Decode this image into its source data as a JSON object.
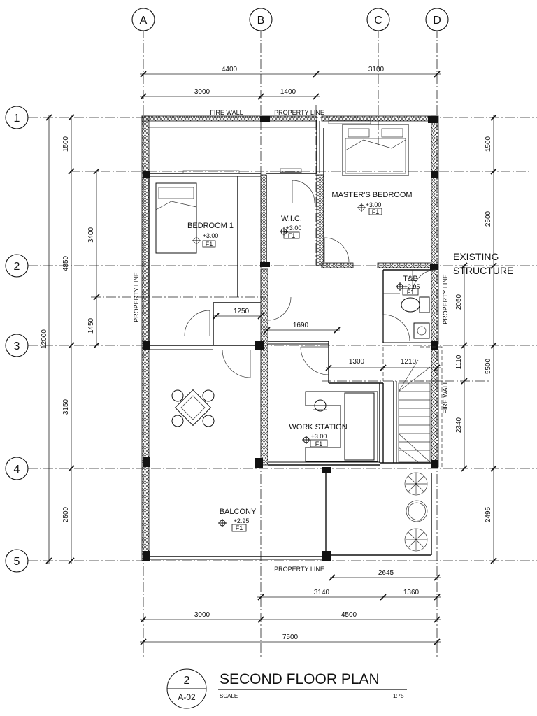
{
  "grid": {
    "columns": [
      "A",
      "B",
      "C",
      "D"
    ],
    "rows": [
      "1",
      "2",
      "3",
      "4",
      "5"
    ]
  },
  "dimensions": {
    "top_overall_ab": "4400",
    "top_overall_cd": "3100",
    "top_sub_a": "3000",
    "top_sub_b": "1400",
    "bottom_3140": "3140",
    "bottom_1360": "1360",
    "bottom_2645": "2645",
    "bottom_3000": "3000",
    "bottom_4500": "4500",
    "bottom_total": "7500",
    "left_total": "12000",
    "left_4850": "4850",
    "left_1500": "1500",
    "left_3400": "3400",
    "left_1450": "1450",
    "left_3150": "3150",
    "left_2500": "2500",
    "right_1500": "1500",
    "right_2500": "2500",
    "right_2050": "2050",
    "right_5500": "5500",
    "right_1110": "1110",
    "right_2340": "2340",
    "right_2495": "2495",
    "inner_1250": "1250",
    "inner_1690": "1690",
    "inner_1300": "1300",
    "inner_1210": "1210"
  },
  "labels": {
    "fire_wall_top": "FIRE WALL",
    "property_line_top": "PROPERTY LINE",
    "property_line_left": "PROPERTY LINE",
    "property_line_right": "PROPERTY LINE",
    "property_line_bottom": "PROPERTY LINE",
    "fire_wall_right": "FIRE WALL",
    "existing": "EXISTING",
    "structure": "STRUCTURE"
  },
  "rooms": {
    "masters_bedroom": {
      "name": "MASTER'S BEDROOM",
      "level": "+3.00",
      "tag": "F1"
    },
    "bedroom1": {
      "name": "BEDROOM 1",
      "level": "+3.00",
      "tag": "F1"
    },
    "wic": {
      "name": "W.I.C.",
      "level": "+3.00",
      "tag": "F1"
    },
    "tb": {
      "name": "T&B",
      "level": "+2.95",
      "tag": "F1"
    },
    "work_station": {
      "name": "WORK STATION",
      "level": "+3.00",
      "tag": "F1"
    },
    "balcony": {
      "name": "BALCONY",
      "level": "+2.95",
      "tag": "F1"
    }
  },
  "title_block": {
    "number": "2",
    "sheet": "A-02",
    "title": "SECOND FLOOR PLAN",
    "scale_label": "SCALE",
    "scale_value": "1:75"
  }
}
